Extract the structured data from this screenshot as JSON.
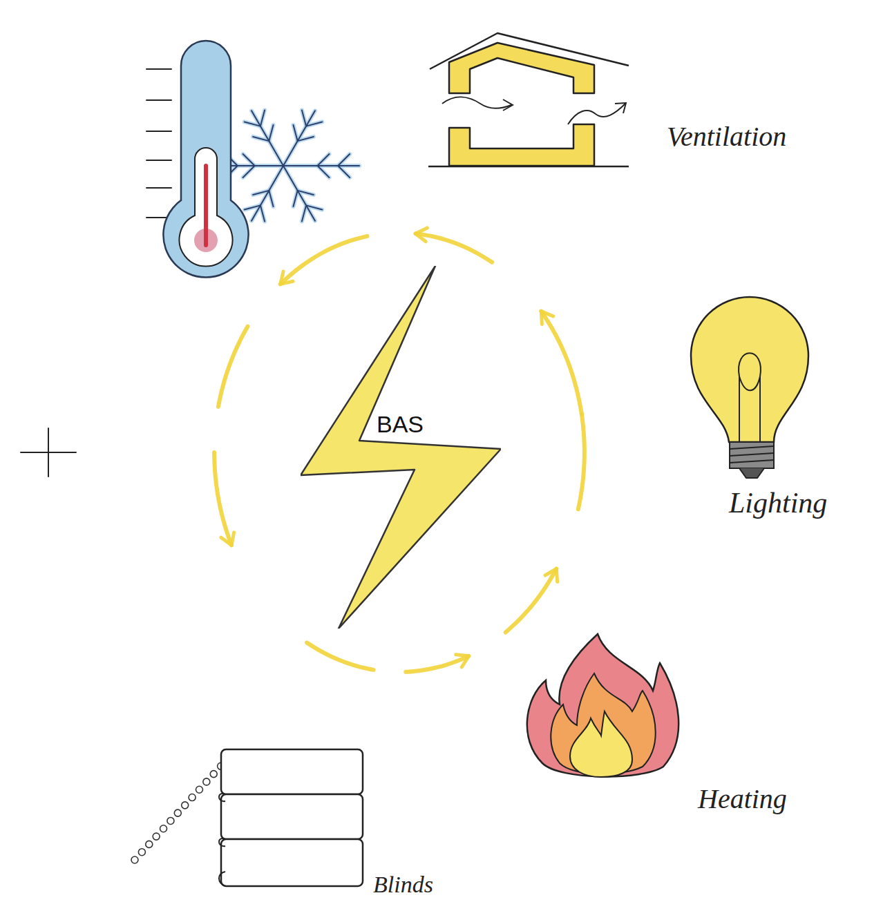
{
  "diagram": {
    "nodes": [
      {
        "text": [
          "BAS"
        ]
      }
    ],
    "labels": [
      "Ventilation",
      "Lighting",
      "Heating",
      "Blinds"
    ]
  }
}
